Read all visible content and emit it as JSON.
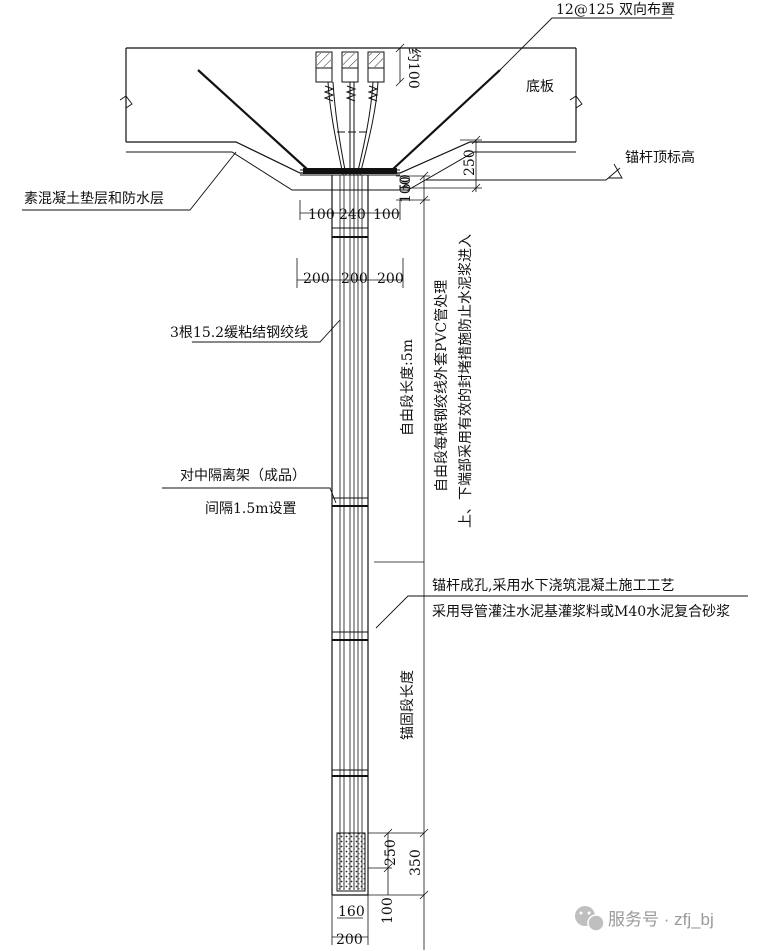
{
  "labels": {
    "top_rebar": "12@125 双向布置",
    "about_100": "约100",
    "slab": "底板",
    "bedding": "素混凝土垫层和防水层",
    "anchor_top": "锚杆顶标高",
    "strands": "3根15.2缓粘结钢绞线",
    "centralizer": "对中隔离架（成品）",
    "centralizer_spacing": "间隔1.5m设置",
    "free_length": "自由段长度:5m",
    "pvc_line1": "自由段每根钢绞线外套PVC管处理",
    "pvc_line2": "上、下端部采用有效的封堵措施防止水泥浆进入",
    "hole_line1": "锚杆成孔,采用水下浇筑混凝土施工工艺",
    "hole_line2": "采用导管灌注水泥基灌浆料或M40水泥复合砂浆",
    "anchor_length": "锚固段长度"
  },
  "dimensions": {
    "d250_top": "250",
    "d50": "50",
    "d100a": "100",
    "d100b": "100",
    "d240": "240",
    "d100c": "100",
    "d200a": "200",
    "d200b": "200",
    "d200c": "200",
    "d250_bottom": "250",
    "d350": "350",
    "d100_bottom": "100",
    "d160": "160",
    "d200_bottom": "200"
  },
  "watermark": {
    "icon": "wechat-icon",
    "text": "服务号 · zfj_bj"
  }
}
